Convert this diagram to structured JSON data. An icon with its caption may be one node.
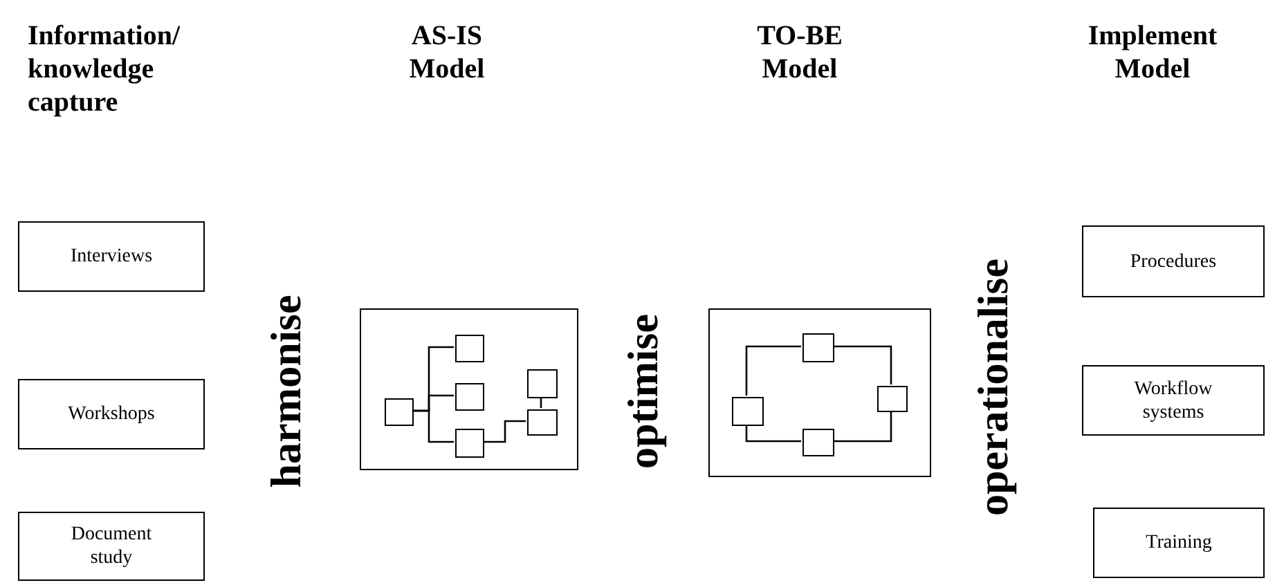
{
  "diagram": {
    "nodes": [
      {
        "text": [
          "Interviews"
        ]
      },
      {
        "text": [
          "Workshops"
        ]
      },
      {
        "text": [
          "Document study"
        ]
      },
      {
        "text": [],
        "shape": "box"
      },
      {
        "text": [],
        "shape": "box",
        "in": 3
      },
      {
        "text": [],
        "shape": "box",
        "in": 3
      },
      {
        "text": [],
        "shape": "box",
        "in": 3
      },
      {
        "text": [],
        "shape": "box",
        "in": 3
      },
      {
        "text": [],
        "shape": "box",
        "in": 3
      },
      {
        "text": [],
        "shape": "box",
        "in": 3
      },
      {
        "text": [],
        "shape": "box"
      },
      {
        "text": [],
        "shape": "box",
        "in": 10
      },
      {
        "text": [],
        "shape": "box",
        "in": 10
      },
      {
        "text": [],
        "shape": "box",
        "in": 10
      },
      {
        "text": [],
        "shape": "box",
        "in": 10
      },
      {
        "text": [
          "Procedures"
        ]
      },
      {
        "text": [
          "Workflow systems"
        ]
      },
      {
        "text": [
          "Training"
        ]
      }
    ],
    "edges": [
      {
        "from": 4,
        "to": 6,
        "arrow": "none"
      },
      {
        "from": 4,
        "to": 7,
        "arrow": "none"
      },
      {
        "from": 4,
        "to": 8,
        "arrow": "none"
      },
      {
        "from": 8,
        "to": 9,
        "arrow": "none"
      },
      {
        "from": 5,
        "to": 9,
        "arrow": "none"
      },
      {
        "from": 11,
        "to": 12,
        "arrow": "none"
      },
      {
        "from": 12,
        "to": 13,
        "arrow": "none"
      },
      {
        "from": 13,
        "to": 14,
        "arrow": "none"
      },
      {
        "from": 14,
        "to": 11,
        "arrow": "none"
      }
    ],
    "labels": [
      "Information/ knowledge capture",
      "AS-IS Model",
      "TO-BE Model",
      "Implement Model",
      "harmonise",
      "optimise",
      "operationalise"
    ]
  }
}
